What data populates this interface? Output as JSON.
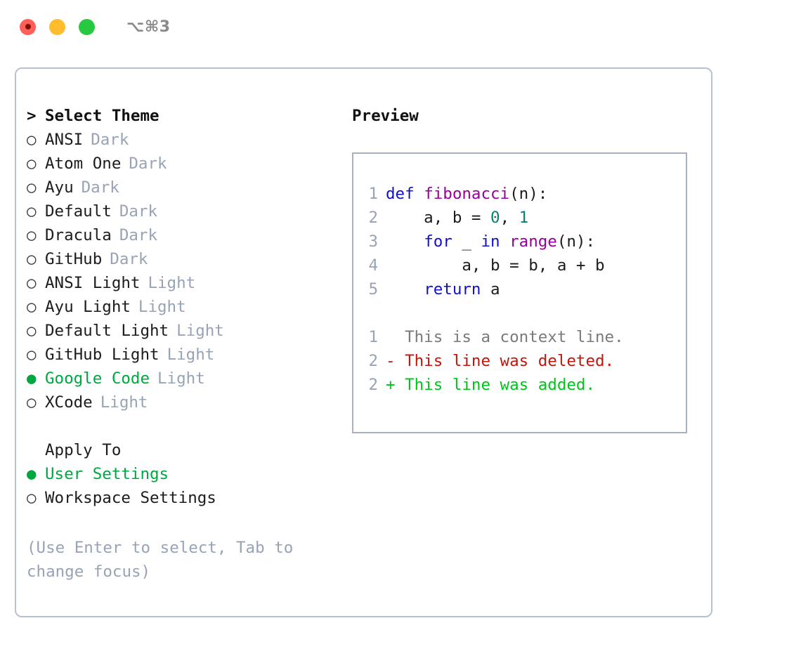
{
  "titlebar": {
    "shortcut": "⌥⌘3",
    "buttons": [
      {
        "name": "close",
        "color": "#ff5f57"
      },
      {
        "name": "minimize",
        "color": "#ffbd2e"
      },
      {
        "name": "maximize",
        "color": "#28c840"
      }
    ]
  },
  "theme_section": {
    "heading": "Select Theme",
    "caret": ">",
    "bullet_unselected": "○",
    "bullet_selected": "●",
    "items": [
      {
        "label": "ANSI",
        "tag": "Dark",
        "selected": false
      },
      {
        "label": "Atom One",
        "tag": "Dark",
        "selected": false
      },
      {
        "label": "Ayu",
        "tag": "Dark",
        "selected": false
      },
      {
        "label": "Default",
        "tag": "Dark",
        "selected": false
      },
      {
        "label": "Dracula",
        "tag": "Dark",
        "selected": false
      },
      {
        "label": "GitHub",
        "tag": "Dark",
        "selected": false
      },
      {
        "label": "ANSI Light",
        "tag": "Light",
        "selected": false
      },
      {
        "label": "Ayu Light",
        "tag": "Light",
        "selected": false
      },
      {
        "label": "Default Light",
        "tag": "Light",
        "selected": false
      },
      {
        "label": "GitHub Light",
        "tag": "Light",
        "selected": false
      },
      {
        "label": "Google Code",
        "tag": "Light",
        "selected": true
      },
      {
        "label": "XCode",
        "tag": "Light",
        "selected": false
      }
    ]
  },
  "apply_section": {
    "heading": "Apply To",
    "items": [
      {
        "label": "User Settings",
        "selected": true
      },
      {
        "label": "Workspace Settings",
        "selected": false
      }
    ]
  },
  "hint": "(Use Enter to select, Tab to change focus)",
  "preview": {
    "title": "Preview",
    "code_lines": [
      {
        "lineno": "1",
        "tokens": [
          {
            "t": "def ",
            "c": "kw"
          },
          {
            "t": "fibonacci",
            "c": "fn"
          },
          {
            "t": "(n):",
            "c": "plain"
          }
        ]
      },
      {
        "lineno": "2",
        "tokens": [
          {
            "t": "    a, b = ",
            "c": "plain"
          },
          {
            "t": "0",
            "c": "num"
          },
          {
            "t": ", ",
            "c": "plain"
          },
          {
            "t": "1",
            "c": "num"
          }
        ]
      },
      {
        "lineno": "3",
        "tokens": [
          {
            "t": "    ",
            "c": "plain"
          },
          {
            "t": "for",
            "c": "kw"
          },
          {
            "t": " _ ",
            "c": "plain"
          },
          {
            "t": "in",
            "c": "kw"
          },
          {
            "t": " ",
            "c": "plain"
          },
          {
            "t": "range",
            "c": "fn"
          },
          {
            "t": "(n):",
            "c": "plain"
          }
        ]
      },
      {
        "lineno": "4",
        "tokens": [
          {
            "t": "        a, b = b, a + b",
            "c": "plain"
          }
        ]
      },
      {
        "lineno": "5",
        "tokens": [
          {
            "t": "    ",
            "c": "plain"
          },
          {
            "t": "return",
            "c": "kw"
          },
          {
            "t": " a",
            "c": "plain"
          }
        ]
      }
    ],
    "diff_lines": [
      {
        "lineno": "1",
        "marker": " ",
        "text": "  This is a context line.",
        "kind": "ctx"
      },
      {
        "lineno": "2",
        "marker": "-",
        "text": "- This line was deleted.",
        "kind": "del"
      },
      {
        "lineno": "2",
        "marker": "+",
        "text": "+ This line was added.",
        "kind": "add"
      }
    ]
  },
  "colors": {
    "accent_green": "#00a63f",
    "muted": "#97a3b6",
    "border": "#b9c1cf",
    "preview_border": "#a7b1c2",
    "keyword": "#1111cc",
    "function": "#990099",
    "number": "#0d7d74",
    "diff_context": "#7a7a7a",
    "diff_deleted": "#c0160c",
    "diff_added": "#00c41a"
  }
}
